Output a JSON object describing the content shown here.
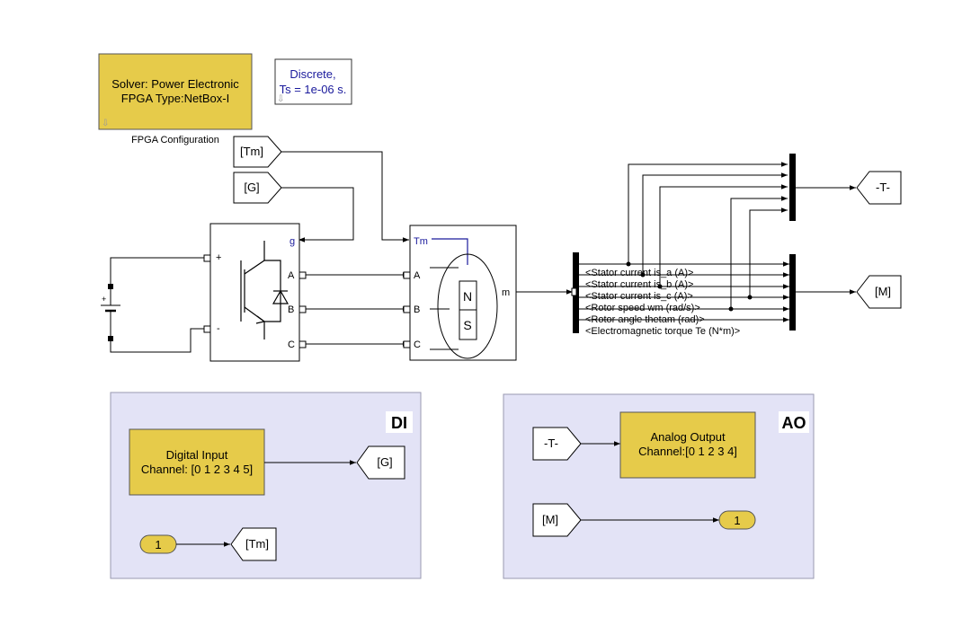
{
  "solver_block": {
    "line1": "Solver: Power Electronic",
    "line2": "FPGA Type:NetBox-I",
    "caption": "FPGA Configuration"
  },
  "powergui": {
    "line1": "Discrete,",
    "line2": "Ts = 1e-06 s."
  },
  "goto_tags": {
    "tm_from": "[Tm]",
    "g_from": "[G]",
    "t_goto": "-T-",
    "m_goto": "[M]",
    "g_goto": "[G]",
    "tm_goto": "[Tm]",
    "t_from": "-T-",
    "m_from": "[M]"
  },
  "inverter": {
    "port_g": "g",
    "port_plus": "+",
    "port_minus": "-",
    "port_a": "A",
    "port_b": "B",
    "port_c": "C"
  },
  "machine": {
    "port_tm": "Tm",
    "port_a": "A",
    "port_b": "B",
    "port_c": "C",
    "port_m": "m",
    "pole_n": "N",
    "pole_s": "S"
  },
  "bus_selector": {
    "signals": [
      "<Stator current is_a (A)>",
      "<Stator current is_b (A)>",
      "<Stator current is_c (A)>",
      "<Rotor speed wm (rad/s)>",
      "<Rotor angle thetam (rad)>",
      "<Electromagnetic torque Te (N*m)>"
    ]
  },
  "di_panel": {
    "label": "DI",
    "block_line1": "Digital Input",
    "block_line2": "Channel: [0 1 2 3 4 5]",
    "inport": "1"
  },
  "ao_panel": {
    "label": "AO",
    "block_line1": "Analog Output",
    "block_line2": "Channel:[0 1 2 3 4]",
    "outport": "1"
  },
  "colors": {
    "block_fill": "#e6cb4a",
    "panel_fill": "#e3e3f6",
    "wire_blue": "#1a1a9c"
  }
}
